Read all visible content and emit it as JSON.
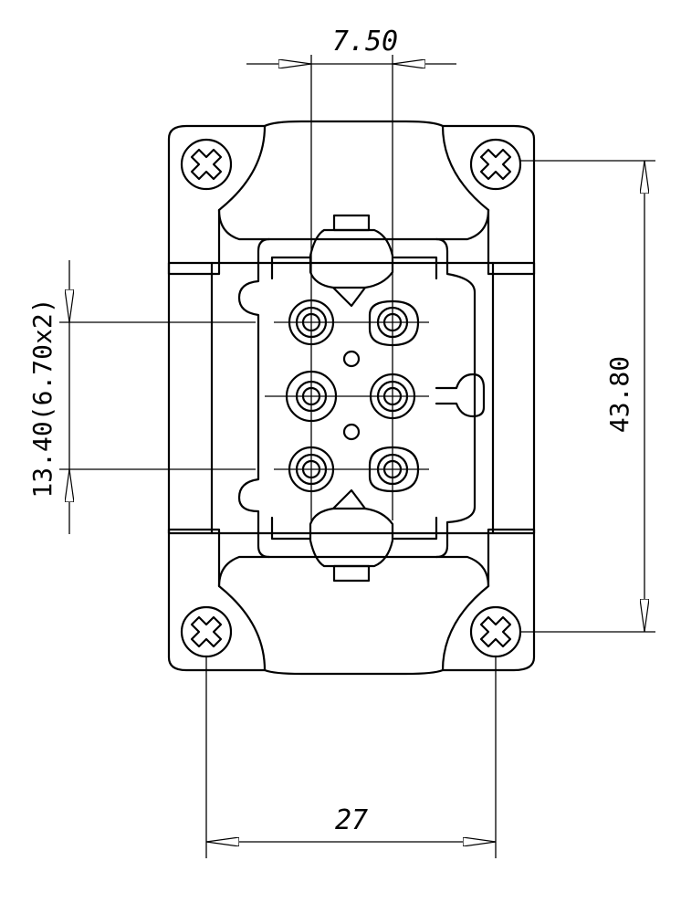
{
  "dimensions": {
    "pin_pitch_horizontal": "7.50",
    "pin_pitch_vertical": "13.40(6.70x2)",
    "mount_hole_vertical": "43.80",
    "mount_hole_horizontal": "27"
  },
  "colors": {
    "line": "#000000",
    "background": "#ffffff"
  }
}
